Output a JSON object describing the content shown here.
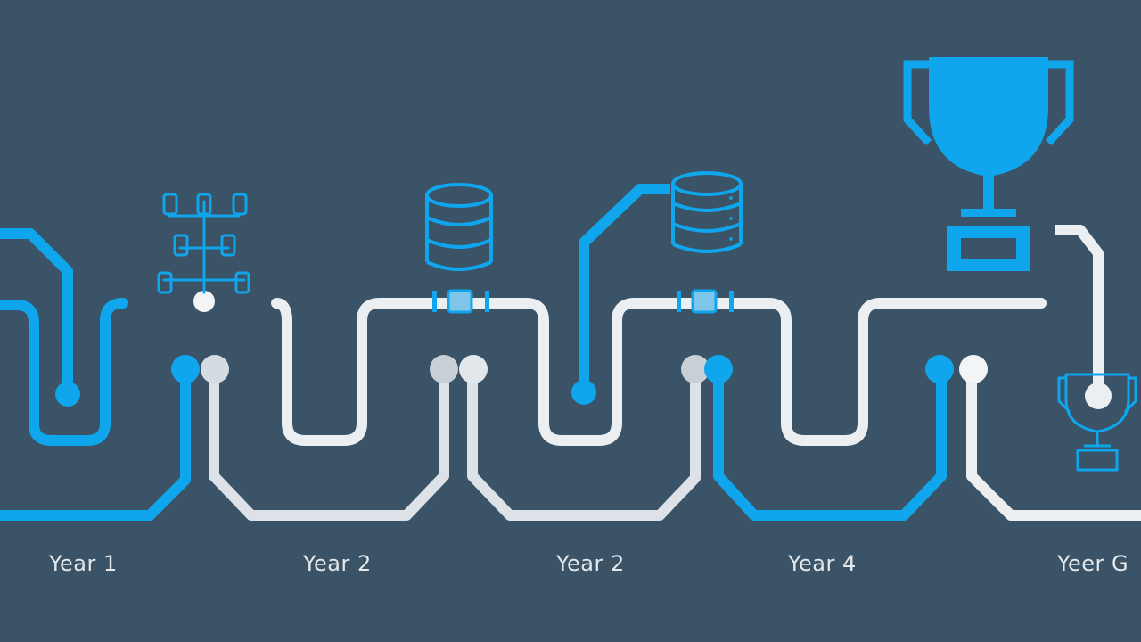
{
  "timeline": {
    "labels": [
      "Year 1",
      "Year 2",
      "Year 2",
      "Year 4",
      "Yeer G"
    ]
  },
  "icons": {
    "network": "network-tree-icon",
    "database_1": "database-icon",
    "database_2": "database-icon",
    "trophy_large": "trophy-icon",
    "trophy_small": "trophy-icon"
  },
  "colors": {
    "background": "#3a5366",
    "accent_blue": "#0fa6ee",
    "path_white": "#eceff2",
    "path_gray": "#c8d0d6"
  }
}
